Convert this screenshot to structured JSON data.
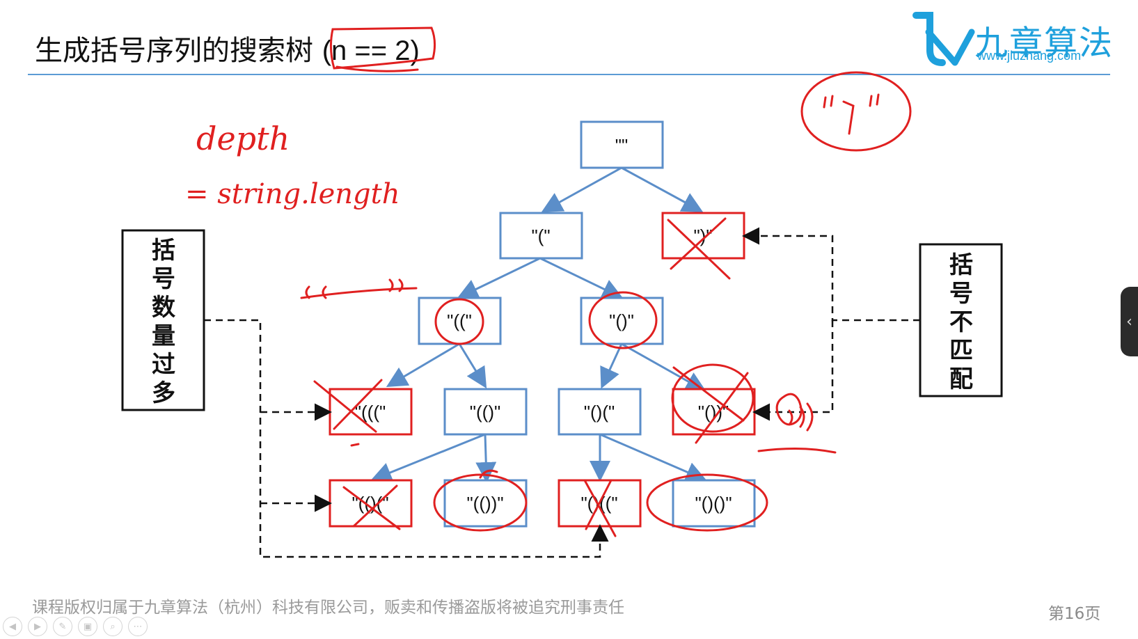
{
  "slide": {
    "title": "生成括号序列的搜索树",
    "title_suffix": "(n == 2)",
    "page_number": "第16页",
    "copyright_notice": "课程版权归属于九章算法（杭州）科技有限公司，贩卖和传播盗版将被追究刑事责任"
  },
  "logo": {
    "name": "九章算法",
    "url": "www.jiuzhang.com",
    "brand_color": "#1ea0dc"
  },
  "tree": {
    "nodes": {
      "root": "\"\"",
      "l1_open": "\"(\"",
      "l1_close": "\")\"",
      "l2_oo": "\"((\"",
      "l2_oc": "\"()\"",
      "l3_ooo": "\"(((\"",
      "l3_ooc": "\"(()\"",
      "l3_oco": "\"()(\"",
      "l3_occ": "\"())\"",
      "l4_oocp": "\"(()(\"",
      "l4_oocc": "\"(())\"",
      "l4_ococ": "\"()((\"",
      "l4_occo": "\"()()\""
    },
    "left_label": [
      "括",
      "号",
      "数",
      "量",
      "过",
      "多"
    ],
    "right_label": [
      "括",
      "号",
      "不",
      "匹",
      "配"
    ],
    "colors": {
      "valid": "#5b8ec9",
      "pruned": "#e02020",
      "ink": "#e02020"
    }
  },
  "handwriting": {
    "depth_note_line1": "depth",
    "depth_note_line2": "= string.length"
  },
  "player_controls": [
    "prev",
    "next",
    "pen",
    "copy",
    "zoom",
    "more"
  ]
}
